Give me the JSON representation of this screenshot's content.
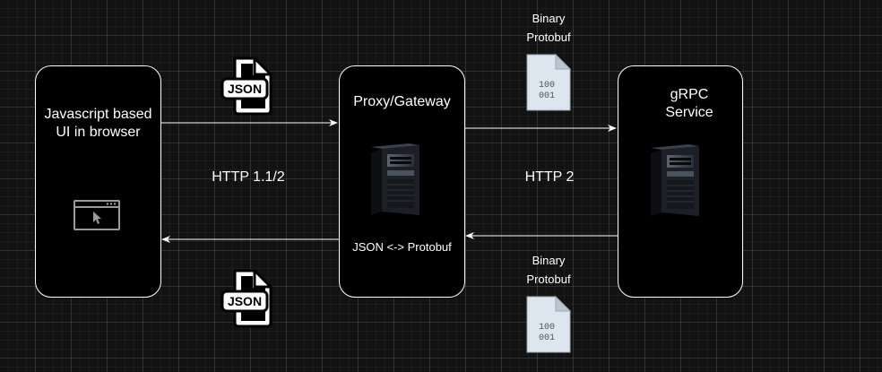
{
  "nodes": {
    "browser": {
      "title": "Javascript based UI in browser"
    },
    "proxy": {
      "title": "Proxy/Gateway",
      "caption": "JSON <-> Protobuf"
    },
    "grpc": {
      "title": "gRPC Service"
    }
  },
  "edges": {
    "browser_to_proxy": {
      "label": "HTTP 1.1/2",
      "payload_icon": "json-file-icon",
      "payload_text": "JSON"
    },
    "proxy_to_grpc": {
      "label": "HTTP 2",
      "payload_label": "Binary Protobuf",
      "payload_icon": "binary-file-icon",
      "payload_text": [
        "100",
        "001"
      ]
    },
    "grpc_to_proxy": {
      "payload_label": "Binary Protobuf",
      "payload_icon": "binary-file-icon",
      "payload_text": [
        "100",
        "001"
      ]
    },
    "proxy_to_browser": {
      "payload_icon": "json-file-icon",
      "payload_text": "JSON"
    }
  },
  "icons": {
    "browser": "browser-window-cursor-icon",
    "proxy": "server-tower-icon",
    "grpc": "server-tower-icon"
  },
  "colors": {
    "background": "#121212",
    "stroke": "#ffffff",
    "node_fill": "#000000",
    "file_fill": "#dde6ee"
  }
}
